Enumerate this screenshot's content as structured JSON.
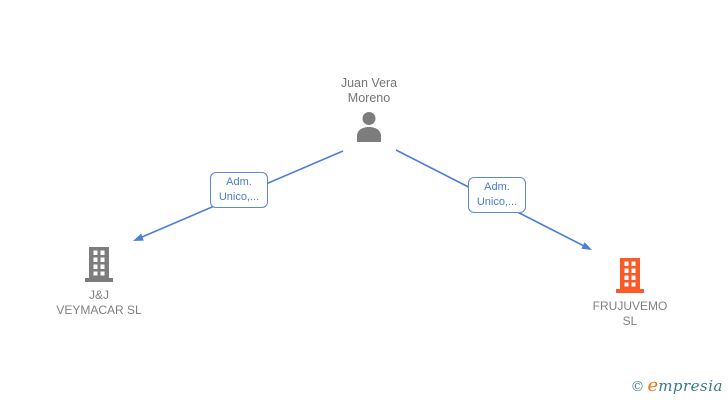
{
  "diagram": {
    "person": {
      "name_line1": "Juan Vera",
      "name_line2": "Moreno"
    },
    "edges": [
      {
        "id": "left",
        "label_line1": "Adm.",
        "label_line2": "Unico,..."
      },
      {
        "id": "right",
        "label_line1": "Adm.",
        "label_line2": "Unico,..."
      }
    ],
    "companies": [
      {
        "name_line1": "J&J",
        "name_line2": "VEYMACAR SL",
        "icon_color": "#7d7d7d"
      },
      {
        "name_line1": "FRUJUVEMO",
        "name_line2": "SL",
        "icon_color": "#fa5a28"
      }
    ],
    "colors": {
      "edge_blue": "#4e7fd6",
      "node_gray": "#7d7d7d",
      "text_gray": "#808080",
      "label_blue": "#4a7cc9",
      "highlight_orange": "#fa5a28"
    }
  },
  "footer": {
    "copyright_symbol": "©",
    "brand_first_letter": "e",
    "brand_rest": "mpresia"
  }
}
